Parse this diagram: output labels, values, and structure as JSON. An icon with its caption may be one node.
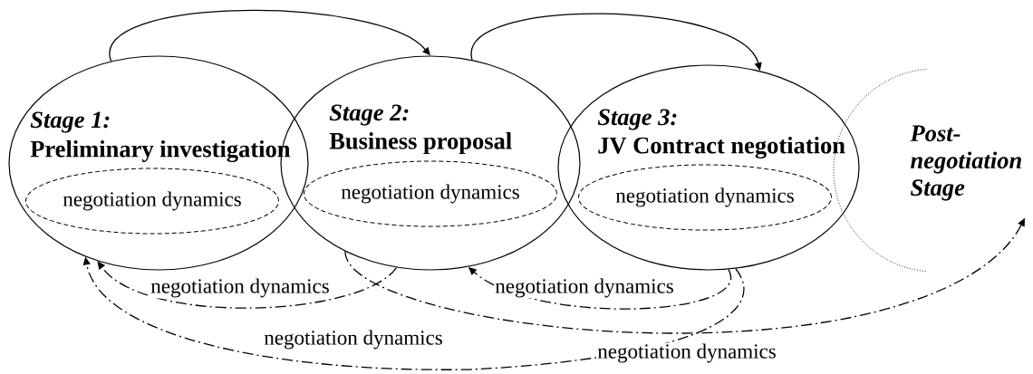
{
  "diagram": {
    "nodes": [
      {
        "text": [
          "Stage 1:",
          "Preliminary investigation"
        ]
      },
      {
        "text": [
          "negotiation dynamics"
        ],
        "in": 0
      },
      {
        "text": [
          "Stage 2:",
          "Business proposal"
        ]
      },
      {
        "text": [
          "negotiation dynamics"
        ],
        "in": 2
      },
      {
        "text": [
          "Stage 3:",
          "JV Contract negotiation"
        ]
      },
      {
        "text": [
          "negotiation dynamics"
        ],
        "in": 4
      },
      {
        "text": [
          "Post- negotiation Stage"
        ]
      }
    ],
    "edges": [
      {
        "from": 0,
        "to": 2,
        "arrow": "to"
      },
      {
        "from": 2,
        "to": 4,
        "arrow": "to"
      },
      {
        "from": 2,
        "to": 0,
        "arrow": "to",
        "label": "negotiation dynamics",
        "style": "dashed"
      },
      {
        "from": 4,
        "to": 2,
        "arrow": "to",
        "label": "negotiation dynamics",
        "style": "dashed"
      },
      {
        "from": 4,
        "to": 0,
        "arrow": "to",
        "label": "negotiation dynamics",
        "style": "dashed"
      },
      {
        "from": 2,
        "to": 6,
        "arrow": "to",
        "label": "negotiation dynamics",
        "style": "dashed"
      }
    ]
  }
}
